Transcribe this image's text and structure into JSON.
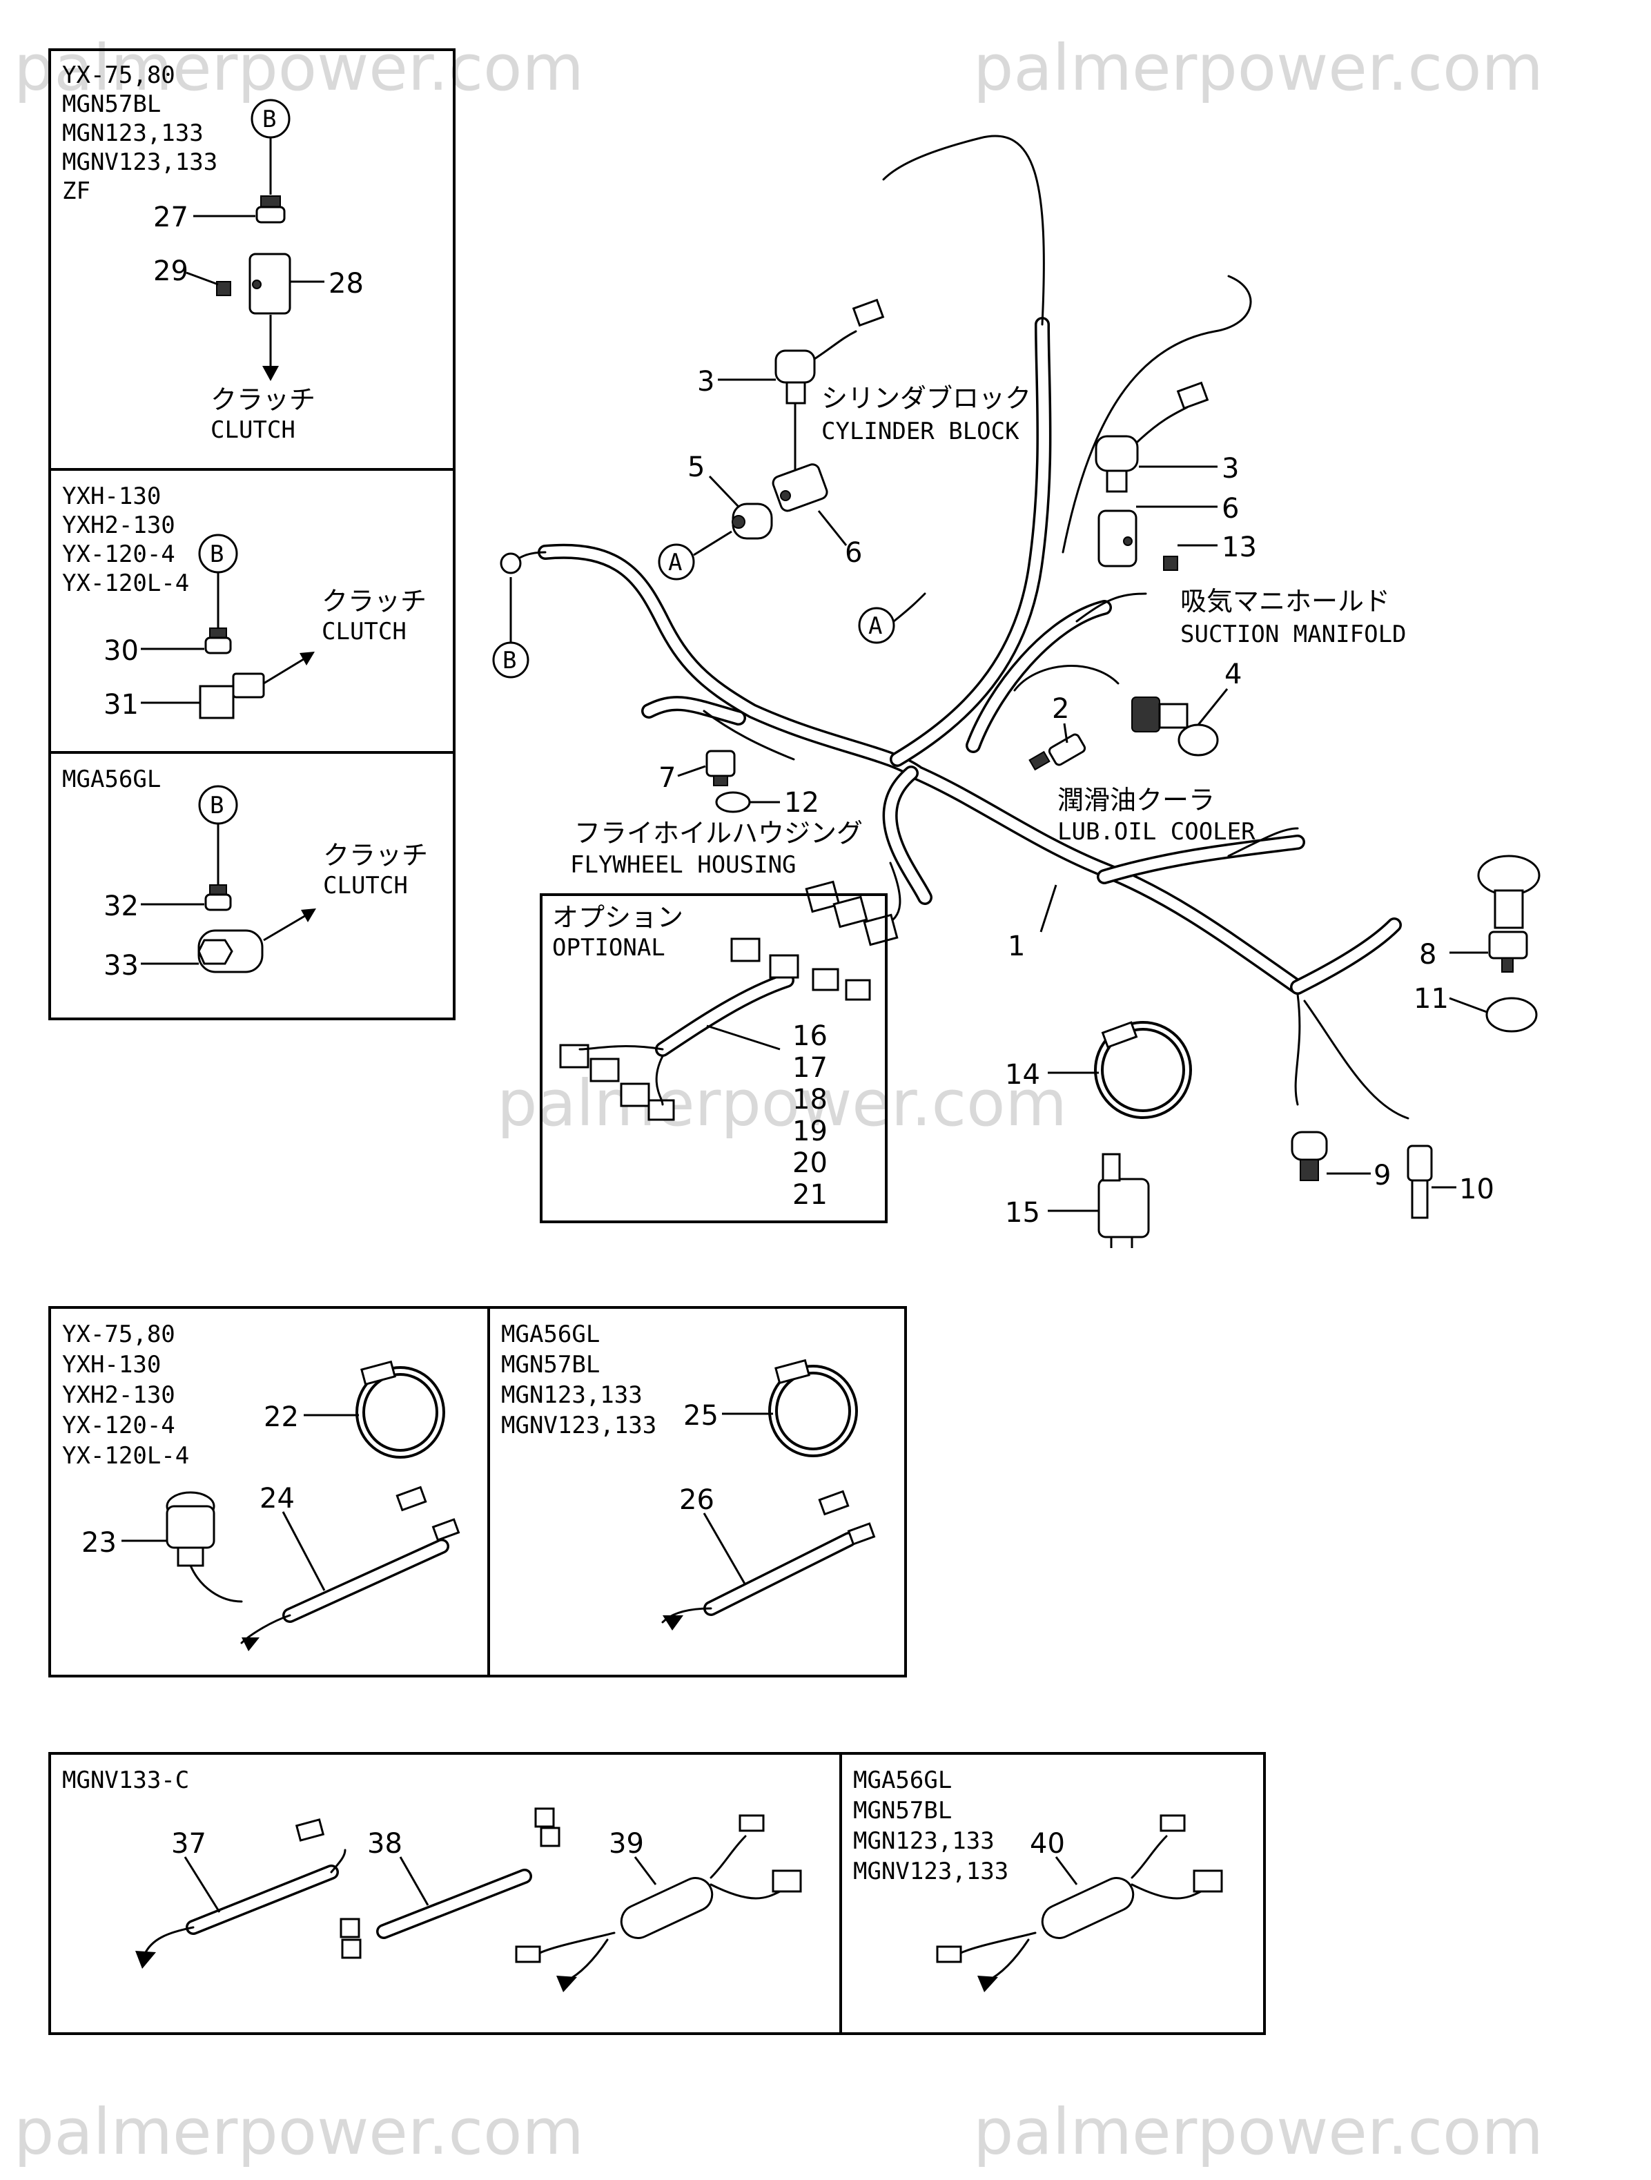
{
  "watermark": "palmerpower.com",
  "callouts": {
    "c1": "1",
    "c2": "2",
    "c3a": "3",
    "c3b": "3",
    "c4": "4",
    "c5": "5",
    "c6a": "6",
    "c6b": "6",
    "c7": "7",
    "c8": "8",
    "c9": "9",
    "c10": "10",
    "c11": "11",
    "c12": "12",
    "c13": "13",
    "c14": "14",
    "c15": "15",
    "c16": "16",
    "c17": "17",
    "c18": "18",
    "c19": "19",
    "c20": "20",
    "c21": "21",
    "c22": "22",
    "c23": "23",
    "c24": "24",
    "c25": "25",
    "c26": "26",
    "c27": "27",
    "c28": "28",
    "c29": "29",
    "c30": "30",
    "c31": "31",
    "c32": "32",
    "c33": "33",
    "c37": "37",
    "c38": "38",
    "c39": "39",
    "c40": "40"
  },
  "refs": {
    "a": "A",
    "b": "B"
  },
  "labels": {
    "cylinder_block_jp": "シリンダブロック",
    "cylinder_block_en": "CYLINDER BLOCK",
    "suction_manifold_jp": "吸気マニホールド",
    "suction_manifold_en": "SUCTION MANIFOLD",
    "lub_oil_cooler_jp": "潤滑油クーラ",
    "lub_oil_cooler_en": "LUB.OIL COOLER",
    "flywheel_housing_jp": "フライホイルハウジング",
    "flywheel_housing_en": "FLYWHEEL HOUSING",
    "optional_jp": "オプション",
    "optional_en": "OPTIONAL",
    "clutch_jp": "クラッチ",
    "clutch_en": "CLUTCH"
  },
  "inset_left_1": {
    "models": [
      "YX-75,80",
      "MGN57BL",
      "MGN123,133",
      "MGNV123,133",
      "ZF"
    ]
  },
  "inset_left_2": {
    "models": [
      "YXH-130",
      "YXH2-130",
      "YX-120-4",
      "YX-120L-4"
    ]
  },
  "inset_left_3": {
    "models": [
      "MGA56GL"
    ]
  },
  "inset_bottom_1": {
    "models": [
      "YX-75,80",
      "YXH-130",
      "YXH2-130",
      "YX-120-4",
      "YX-120L-4"
    ]
  },
  "inset_bottom_2": {
    "models": [
      "MGA56GL",
      "MGN57BL",
      "MGN123,133",
      "MGNV123,133"
    ]
  },
  "inset_bottom_3": {
    "models": [
      "MGNV133-C"
    ]
  },
  "inset_bottom_4": {
    "models": [
      "MGA56GL",
      "MGN57BL",
      "MGN123,133",
      "MGNV123,133"
    ]
  }
}
